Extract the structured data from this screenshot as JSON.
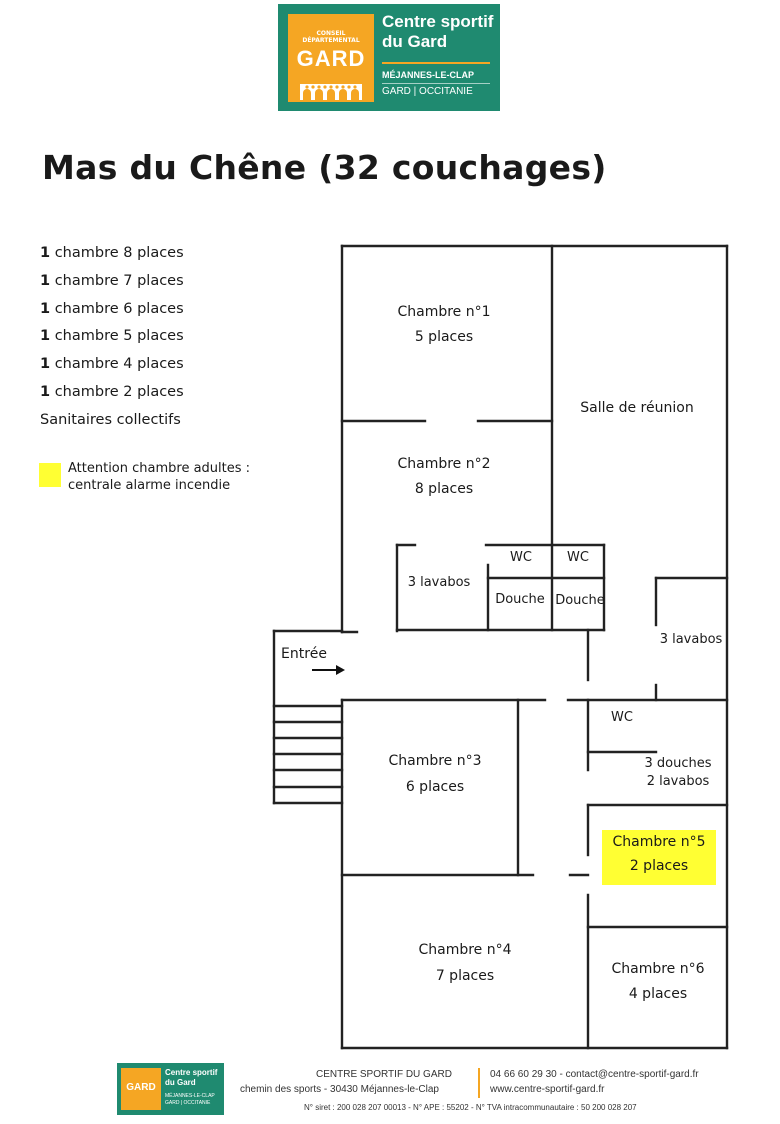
{
  "logo": {
    "council": "CONSEIL DÉPARTEMENTAL",
    "gard": "GARD",
    "title_line1": "Centre sportif",
    "title_line2": "du Gard",
    "location": "MÉJANNES-LE-CLAP",
    "region": "GARD | OCCITANIE"
  },
  "title": "Mas du Chêne (32 couchages)",
  "legend": {
    "items": [
      {
        "count": "1",
        "text": " chambre 8 places"
      },
      {
        "count": "1",
        "text": " chambre 7 places"
      },
      {
        "count": "1",
        "text": " chambre 6 places"
      },
      {
        "count": "1",
        "text": " chambre 5 places"
      },
      {
        "count": "1",
        "text": " chambre 4 places"
      },
      {
        "count": "1",
        "text": " chambre 2 places"
      }
    ],
    "sanitary": "Sanitaires collectifs",
    "note_line1": "Attention chambre adultes :",
    "note_line2": "centrale alarme incendie",
    "highlight_color": "#ffff33"
  },
  "plan": {
    "room1_name": "Chambre n°1",
    "room1_places": "5 places",
    "meeting": "Salle de réunion",
    "room2_name": "Chambre n°2",
    "room2_places": "8 places",
    "wc_a": "WC",
    "wc_b": "WC",
    "lavabos_a": "3 lavabos",
    "douche_a": "Douche",
    "douche_b": "Douche",
    "entree": "Entrée",
    "lavabos_b": "3 lavabos",
    "wc_c": "WC",
    "douches": "3 douches",
    "lavabos_c": "2 lavabos",
    "room3_name": "Chambre n°3",
    "room3_places": "6 places",
    "room5_name": "Chambre n°5",
    "room5_places": "2 places",
    "room4_name": "Chambre n°4",
    "room4_places": "7 places",
    "room6_name": "Chambre n°6",
    "room6_places": "4 places"
  },
  "footer": {
    "logo_title": "Centre sportif du Gard",
    "logo_sub": "MÉJANNES-LE-CLAP GARD | OCCITANIE",
    "logo_gard": "GARD",
    "name": "CENTRE SPORTIF DU GARD",
    "address": "chemin des sports - 30430 Méjannes-le-Clap",
    "contact": "04 66 60 29 30 - contact@centre-sportif-gard.fr",
    "web": "www.centre-sportif-gard.fr",
    "legal": "N° siret : 200 028 207 00013 - N° APE : 55202 - N° TVA intracommunautaire : 50 200 028 207"
  }
}
